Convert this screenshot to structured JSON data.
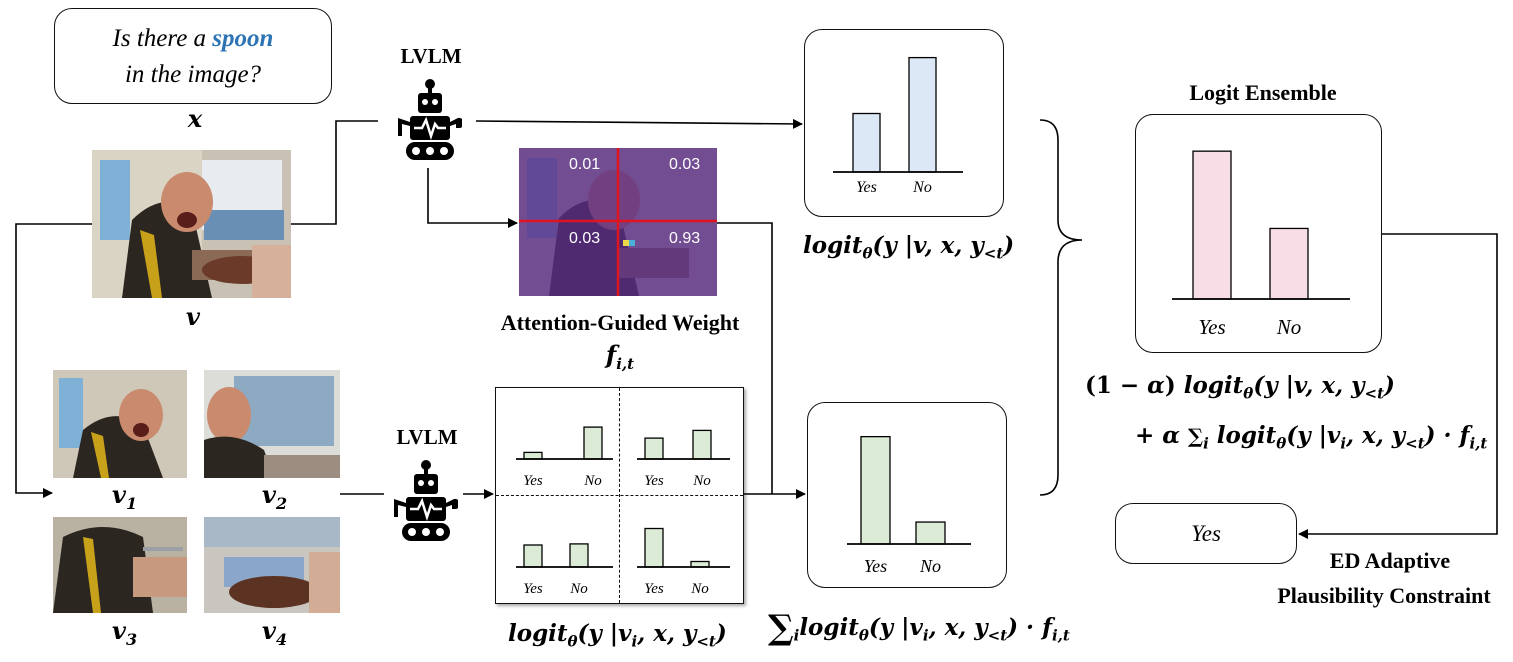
{
  "question": {
    "before": "Is there a ",
    "keyword": "spoon",
    "after": "in the image?",
    "keyword_color": "#2e74b5"
  },
  "labels": {
    "x": "x",
    "v": "v",
    "v1": "v",
    "v1_sub": "1",
    "v2": "v",
    "v2_sub": "2",
    "v3": "v",
    "v3_sub": "3",
    "v4": "v",
    "v4_sub": "4",
    "lvlm_top": "LVLM",
    "lvlm_bottom": "LVLM",
    "attention_title": "Attention-Guided Weight",
    "attention_symbol": "f",
    "attention_symbol_sub": "i,t",
    "logit_ensemble": "Logit Ensemble",
    "ed_line1": "ED Adaptive",
    "ed_line2": "Plausibility Constraint",
    "final_answer": "Yes"
  },
  "attention_weights": [
    "0.01",
    "0.03",
    "0.03",
    "0.93"
  ],
  "formulas": {
    "full_logit": "logitθ(y |v, x, y<t)",
    "sub_logit": "logitθ(y |vi, x, y<t)",
    "sum_logit": "∑i logitθ(y |vi, x, y<t) · fi,t",
    "ensemble_line1": "(1 − α) logitθ(y |v, x, y<t)",
    "ensemble_line2": "+ α ∑i logitθ(y |vi, x, y<t) · fi,t"
  },
  "colors": {
    "blue_bar": "#dde8f6",
    "green_bar": "#dcebd6",
    "pink_bar": "#f6dde6",
    "attention_overlay": "#5a2b86",
    "grid_line": "#e0141e"
  },
  "chart_data": [
    {
      "type": "bar",
      "categories": [
        "Yes",
        "No"
      ],
      "values": [
        0.45,
        0.88
      ],
      "ylim": [
        0,
        1
      ]
    },
    {
      "type": "bar",
      "categories": [
        "Yes",
        "No"
      ],
      "values": [
        0.12,
        0.58
      ],
      "ylim": [
        0,
        1
      ]
    },
    {
      "type": "bar",
      "categories": [
        "Yes",
        "No"
      ],
      "values": [
        0.38,
        0.52
      ],
      "ylim": [
        0,
        1
      ]
    },
    {
      "type": "bar",
      "categories": [
        "Yes",
        "No"
      ],
      "values": [
        0.4,
        0.42
      ],
      "ylim": [
        0,
        1
      ]
    },
    {
      "type": "bar",
      "categories": [
        "Yes",
        "No"
      ],
      "values": [
        0.7,
        0.1
      ],
      "ylim": [
        0,
        1
      ]
    },
    {
      "type": "bar",
      "categories": [
        "Yes",
        "No"
      ],
      "values": [
        0.88,
        0.18
      ],
      "ylim": [
        0,
        1
      ]
    },
    {
      "type": "bar",
      "categories": [
        "Yes",
        "No"
      ],
      "values": [
        0.88,
        0.42
      ],
      "ylim": [
        0,
        1
      ]
    }
  ]
}
